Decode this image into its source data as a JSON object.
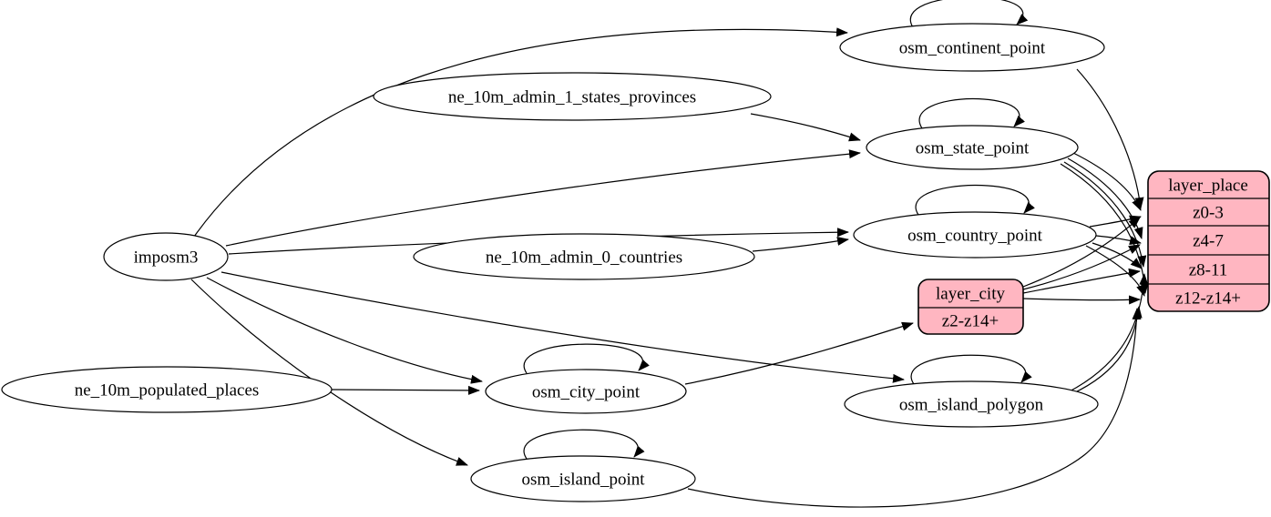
{
  "diagram": {
    "colors": {
      "record_fill": "#ffb6c1",
      "node_fill": "#ffffff",
      "edge": "#000000",
      "background": "#ffffff"
    },
    "nodes": {
      "imposm3": "imposm3",
      "ne_10m_admin_1_states_provinces": "ne_10m_admin_1_states_provinces",
      "ne_10m_admin_0_countries": "ne_10m_admin_0_countries",
      "ne_10m_populated_places": "ne_10m_populated_places",
      "osm_continent_point": "osm_continent_point",
      "osm_state_point": "osm_state_point",
      "osm_country_point": "osm_country_point",
      "osm_city_point": "osm_city_point",
      "osm_island_polygon": "osm_island_polygon",
      "osm_island_point": "osm_island_point"
    },
    "layer_city": {
      "title": "layer_city",
      "rows": [
        "z2-z14+"
      ]
    },
    "layer_place": {
      "title": "layer_place",
      "rows": [
        "z0-3",
        "z4-7",
        "z8-11",
        "z12-z14+"
      ]
    },
    "edges": [
      {
        "from": "imposm3",
        "to": "osm_continent_point"
      },
      {
        "from": "imposm3",
        "to": "osm_state_point"
      },
      {
        "from": "imposm3",
        "to": "osm_country_point"
      },
      {
        "from": "imposm3",
        "to": "osm_city_point"
      },
      {
        "from": "imposm3",
        "to": "osm_island_polygon"
      },
      {
        "from": "imposm3",
        "to": "osm_island_point"
      },
      {
        "from": "ne_10m_admin_1_states_provinces",
        "to": "osm_state_point"
      },
      {
        "from": "ne_10m_admin_0_countries",
        "to": "osm_country_point"
      },
      {
        "from": "ne_10m_populated_places",
        "to": "osm_city_point"
      },
      {
        "from": "osm_continent_point",
        "to": "osm_continent_point"
      },
      {
        "from": "osm_state_point",
        "to": "osm_state_point"
      },
      {
        "from": "osm_country_point",
        "to": "osm_country_point"
      },
      {
        "from": "osm_city_point",
        "to": "osm_city_point"
      },
      {
        "from": "osm_island_polygon",
        "to": "osm_island_polygon"
      },
      {
        "from": "osm_island_point",
        "to": "osm_island_point"
      },
      {
        "from": "osm_city_point",
        "to": "layer_city:z2-z14+"
      },
      {
        "from": "layer_city",
        "to": "layer_place:z0-3"
      },
      {
        "from": "layer_city",
        "to": "layer_place:z4-7"
      },
      {
        "from": "layer_city",
        "to": "layer_place:z8-11"
      },
      {
        "from": "layer_city",
        "to": "layer_place:z12-z14+"
      },
      {
        "from": "osm_state_point",
        "to": "layer_place:z0-3"
      },
      {
        "from": "osm_state_point",
        "to": "layer_place:z4-7"
      },
      {
        "from": "osm_state_point",
        "to": "layer_place:z8-11"
      },
      {
        "from": "osm_state_point",
        "to": "layer_place:z12-z14+"
      },
      {
        "from": "osm_country_point",
        "to": "layer_place:z0-3"
      },
      {
        "from": "osm_country_point",
        "to": "layer_place:z4-7"
      },
      {
        "from": "osm_country_point",
        "to": "layer_place:z8-11"
      },
      {
        "from": "osm_country_point",
        "to": "layer_place:z12-z14+"
      },
      {
        "from": "osm_continent_point",
        "to": "layer_place:z0-3"
      },
      {
        "from": "osm_island_polygon",
        "to": "layer_place:z8-11"
      },
      {
        "from": "osm_island_polygon",
        "to": "layer_place:z12-z14+"
      },
      {
        "from": "osm_island_point",
        "to": "layer_place:z12-z14+"
      }
    ]
  }
}
